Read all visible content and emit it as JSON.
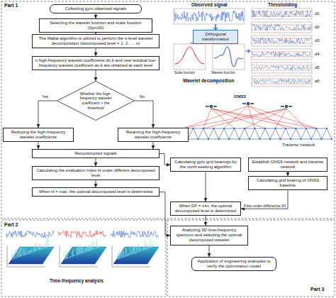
{
  "diagram": {
    "nodes": [
      {
        "text": [
          "Collecting gyro observed signals"
        ]
      },
      {
        "text": [
          "Selecting the wavelet function and scale function (Sym10)"
        ]
      },
      {
        "text": [
          "The Mallat algorithm is utilized to perform the s-level wavelet decomposition (decomposed level = 1, 2, ..., n)"
        ]
      },
      {
        "text": [
          "n high-frequency wavelet coefficients dn,k and new residual low-frequency wavelet coefficient an,k are obtained at each level"
        ]
      },
      {
        "text": [
          "Whether the high-frequency wavelet coefficient > the threshold"
        ]
      },
      {
        "text": [
          "Reducing the high-frequency wavelet coefficients"
        ]
      },
      {
        "text": [
          "Retaining the high-frequency wavelet coefficients"
        ]
      },
      {
        "text": [
          "Reconstructed signals"
        ]
      },
      {
        "text": [
          "Calculating the evaluation index H under different decomposed level"
        ]
      },
      {
        "text": [
          "When H = max, the optimal decomposed level is determined"
        ]
      },
      {
        "text": [
          "Orthogonal transformation"
        ]
      },
      {
        "text": [
          "Establish GNSS network and traverse network"
        ]
      },
      {
        "text": [
          "Calculating gyro grid bearings by the north-seeking algorithm"
        ]
      },
      {
        "text": [
          "Calculating grid bearing of GNSS baseline"
        ]
      },
      {
        "text": [
          "When DF = min, the optimal decomposed level is determined"
        ]
      },
      {
        "text": [
          "Analyzing 3D time-frequency spectrum and selecting the optimal decomposed wavelet"
        ]
      },
      {
        "text": [
          "Application of engineering examples to verify the optimization model"
        ]
      }
    ],
    "edges": [
      {
        "from": 0,
        "to": 1,
        "arrow": "to"
      },
      {
        "from": 1,
        "to": 2,
        "arrow": "to"
      },
      {
        "from": 2,
        "to": 3,
        "arrow": "to"
      },
      {
        "from": 3,
        "to": 4,
        "arrow": "to"
      },
      {
        "from": 4,
        "to": 5,
        "label": "Yes",
        "arrow": "to"
      },
      {
        "from": 4,
        "to": 6,
        "label": "No",
        "arrow": "to"
      },
      {
        "from": 5,
        "to": 7,
        "arrow": "to"
      },
      {
        "from": 6,
        "to": 7,
        "arrow": "to"
      },
      {
        "from": 7,
        "to": 8,
        "arrow": "to"
      },
      {
        "from": 8,
        "to": 9,
        "arrow": "to"
      },
      {
        "from": 7,
        "to": 12,
        "arrow": "to"
      },
      {
        "from": 11,
        "to": 13,
        "arrow": "to"
      },
      {
        "from": 12,
        "to": 14,
        "arrow": "to"
      },
      {
        "from": 13,
        "to": 14,
        "label": "First-order difference Df",
        "arrow": "to"
      },
      {
        "from": 9,
        "to": 15,
        "arrow": "to"
      },
      {
        "from": 14,
        "to": 15,
        "arrow": "to"
      },
      {
        "from": 15,
        "to": 16,
        "arrow": "to"
      }
    ],
    "labels": [
      "Part 1",
      "Observed signal",
      "Thresholding",
      "Scale function",
      "Wavelet function",
      "Wavelet decomposition",
      "d1",
      "d2",
      "d3",
      "d4",
      "d5",
      "a5",
      "GNSS",
      "Traverse network",
      "Part 2",
      "Time-frequency analysis",
      "Part 3"
    ]
  }
}
